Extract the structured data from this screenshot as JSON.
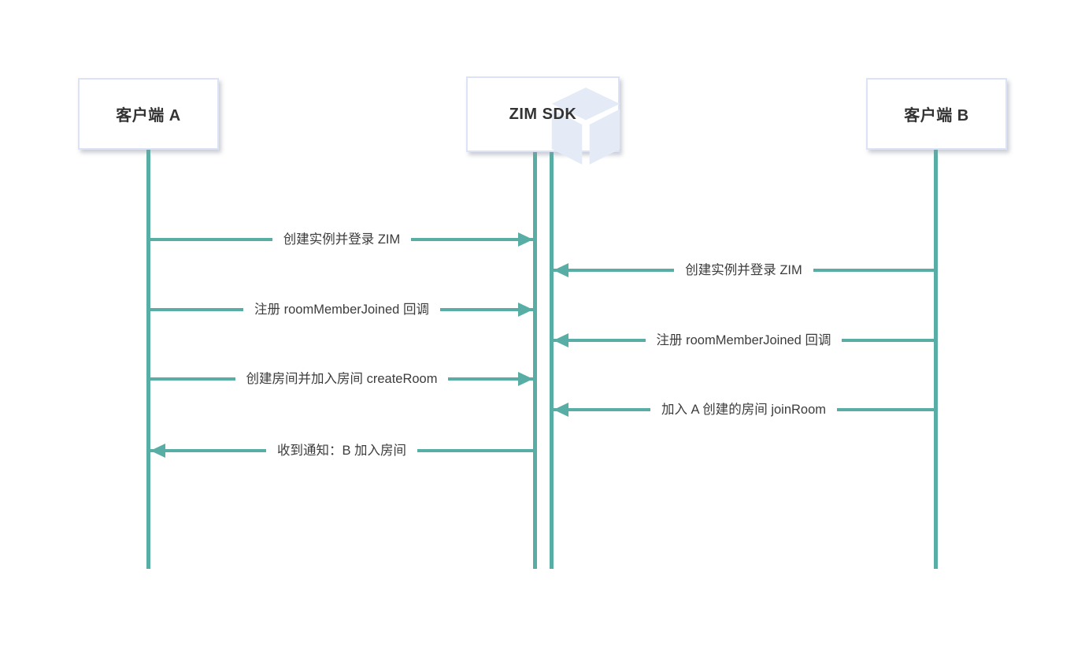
{
  "diagram": {
    "type": "sequence-diagram",
    "actors": [
      {
        "id": "client-a",
        "label": "客户端 A"
      },
      {
        "id": "zim-sdk",
        "label": "ZIM SDK",
        "icon": "cube-icon"
      },
      {
        "id": "client-b",
        "label": "客户端 B"
      }
    ],
    "messages": [
      {
        "from": "client-a",
        "to": "zim-sdk",
        "direction": "right",
        "label": "创建实例并登录 ZIM"
      },
      {
        "from": "client-b",
        "to": "zim-sdk",
        "direction": "left",
        "label": "创建实例并登录 ZIM"
      },
      {
        "from": "client-a",
        "to": "zim-sdk",
        "direction": "right",
        "label": "注册 roomMemberJoined 回调"
      },
      {
        "from": "client-b",
        "to": "zim-sdk",
        "direction": "left",
        "label": "注册 roomMemberJoined 回调"
      },
      {
        "from": "client-a",
        "to": "zim-sdk",
        "direction": "right",
        "label": "创建房间并加入房间 createRoom"
      },
      {
        "from": "client-b",
        "to": "zim-sdk",
        "direction": "left",
        "label": "加入 A 创建的房间 joinRoom"
      },
      {
        "from": "zim-sdk",
        "to": "client-a",
        "direction": "left",
        "label": "收到通知：B 加入房间"
      }
    ],
    "colors": {
      "line": "#58AEA4",
      "box_border": "#DCE3F7",
      "box_bg": "#FFFFFF",
      "text": "#3C3C3C",
      "title": "#333333",
      "watermark": "#E4EBF7"
    }
  }
}
